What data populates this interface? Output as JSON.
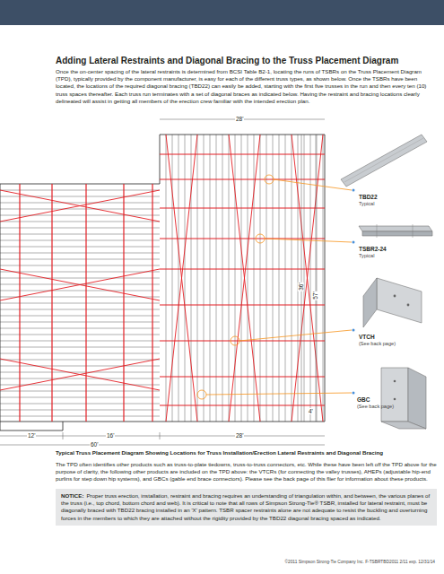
{
  "diagram": {
    "title": "Adding Lateral Restraints and Diagonal Bracing to the Truss Placement Diagram",
    "caption": "Typical Truss Placement Diagram Showing Locations for Truss Installation/Erection Lateral Restraints and Diagonal Bracing",
    "nodes": [
      {
        "text": [
          "NOTICE:",
          "Proper truss erection, installation, restraint and bracing requires an understanding of triangulation within, and between, the various planes of the truss (i.e., top chord, bottom chord and web). It is critical to note that all rows of Simpson Strong-Tie® TSBR, installed for lateral restraint, must be diagonally braced with TBD22 bracing installed in an 'X' pattern. TSBR spacer restraints alone are not adequate to resist the buckling and overturning forces in the members to which they are attached without the rigidity provided by the TBD22 diagonal bracing spaced as indicated."
        ]
      }
    ],
    "labels": [
      "Once the on-center spacing of the lateral restraints is determined from BCSI Table B2-1, locating the runs of TSBRs on the Truss Placement Diagram (TPD), typically provided by the component manufacturer, is easy for each of the different truss types, as shown below. Once the TSBRs have been located, the locations of the required diagonal bracing (TBD22) can easily be added, starting with the first five trusses in the run and then every ten (10) truss spaces thereafter. Each truss run terminates with a set of diagonal braces as indicated below. Having the restraint and bracing locations clearly delineated will assist in getting all members of the erection crew familiar with the intended erection plan.",
      "28'",
      "TBD22",
      "Typical",
      "TSBR2-24",
      "Typical",
      "36'",
      "57'",
      "VTCH",
      "(See back page)",
      "GBC",
      "(See back page)",
      "4'",
      "12'",
      "16'",
      "28'",
      "60'",
      "The TPD often identifies other products such as truss-to-plate tiedowns, truss-to-truss connectors, etc. While these have been left off the TPD above for the purpose of clarity, the following other products are included on the TPD above: the VTCRs (for connecting the valley trusses), AHEPs (adjustable hip-end purlins for step down hip systems), and GBCs (gable end brace connectors). Please see the back page of this flier for information about these products.",
      "©2011 Simpson Strong-Tie Company Inc. F-TSBRTBD2011 2/11 exp. 12/31/14"
    ]
  }
}
